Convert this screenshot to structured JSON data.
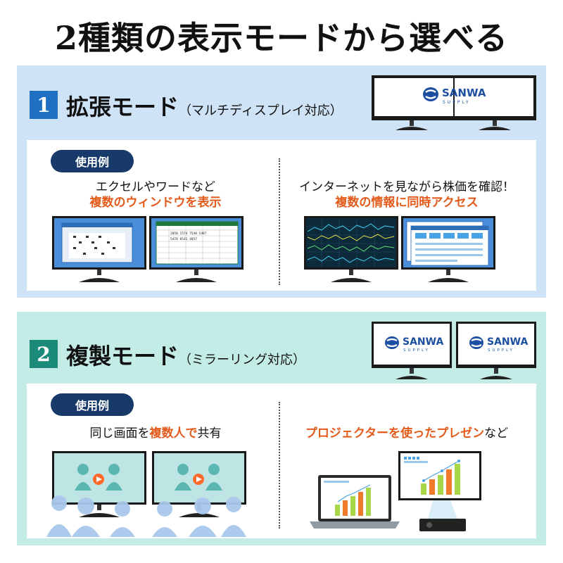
{
  "title": "2種類の表示モードから選べる",
  "brand": {
    "name": "SANWA",
    "sub": "SUPPLY"
  },
  "usage_label": "使用例",
  "colors": {
    "orange": "#e35a1a",
    "blue": "#1f6fc2",
    "teal": "#1b8a78",
    "navy": "#173a6b"
  },
  "mode1": {
    "number": "1",
    "title": "拡張モード",
    "subtitle": "（マルチディスプレイ対応）",
    "example_left": {
      "line1": "エクセルやワードなど",
      "line2": "複数のウィンドウを表示"
    },
    "example_right": {
      "line1": "インターネットを見ながら株価を確認！",
      "line2": "複数の情報に同時アクセス"
    },
    "sheet_numbers": {
      "row1": "2050 1574 7540 5487",
      "row2": "5470 8541 4857"
    }
  },
  "mode2": {
    "number": "2",
    "title": "複製モード",
    "subtitle": "（ミラーリング対応）",
    "example_left": {
      "pre": "同じ画面を",
      "highlight": "複数人で",
      "post": "共有"
    },
    "example_right": {
      "highlight": "プロジェクターを使ったプレゼン",
      "post": "など"
    }
  }
}
